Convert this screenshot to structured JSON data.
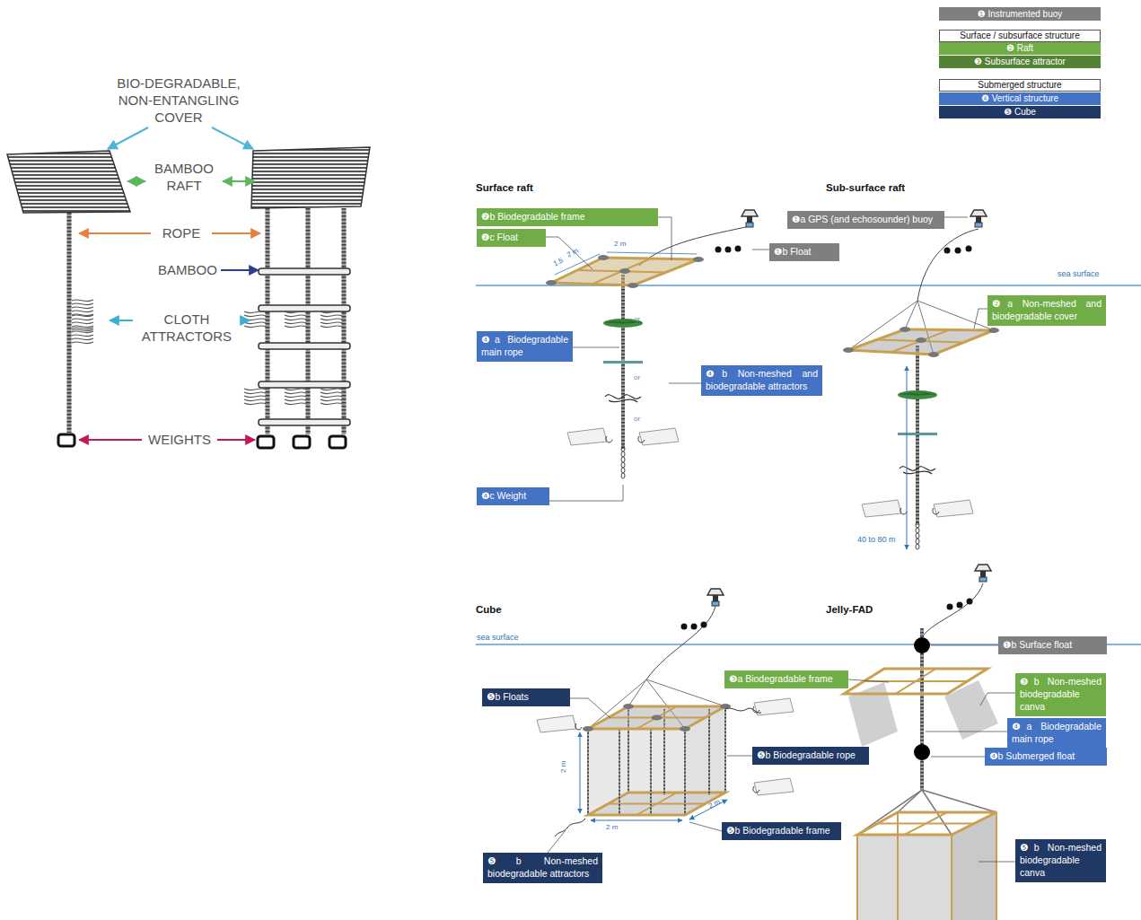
{
  "diagram": {
    "nodes": [
      {
        "text": [
          "❷b Biodegradable frame"
        ]
      },
      {
        "text": [
          "❷c Float"
        ]
      },
      {
        "text": [
          "❶a GPS (and echosounder) buoy"
        ]
      },
      {
        "text": [
          "❶b Float"
        ]
      },
      {
        "text": [
          "❹a Biodegradable main rope"
        ]
      },
      {
        "text": [
          "❹b Non-meshed and biodegradable attractors"
        ]
      },
      {
        "text": [
          "❷a Non-meshed and biodegradable cover"
        ]
      },
      {
        "text": [
          "❹c Weight"
        ]
      },
      {
        "text": [
          "❺b Floats"
        ]
      },
      {
        "text": [
          "❸a Biodegradable frame"
        ]
      },
      {
        "text": [
          "❶b Surface float"
        ]
      },
      {
        "text": [
          "❸b Non-meshed biodegradable canva"
        ]
      },
      {
        "text": [
          "❹a Biodegradable main rope"
        ]
      },
      {
        "text": [
          "❺b Biodegradable rope"
        ]
      },
      {
        "text": [
          "❹b Submerged float"
        ]
      },
      {
        "text": [
          "❺b Biodegradable frame"
        ]
      },
      {
        "text": [
          "❺b Non-meshed biodegradable attractors"
        ]
      },
      {
        "text": [
          "❺b Non-meshed biodegradable canva"
        ]
      }
    ],
    "labels": [
      "BIO-DEGRADABLE, NON-ENTANGLING COVER",
      "BAMBOO RAFT",
      "ROPE",
      "BAMBOO",
      "CLOTH ATTRACTORS",
      "WEIGHTS",
      "Surface raft",
      "1.5",
      "2 m",
      "2 m",
      "or",
      "or",
      "or",
      "Sub-surface raft",
      "sea surface",
      "40 to 80 m",
      "Cube",
      "sea surface",
      "2 m",
      "2 m",
      "2 m",
      "Jelly-FAD"
    ],
    "legend": [
      {
        "text": "❶ Instrumented buoy",
        "color": "#7f7f7f"
      },
      {
        "text": "Surface / subsurface structure",
        "color": "#ffffff"
      },
      {
        "text": "❷ Raft",
        "color": "#70ad47"
      },
      {
        "text": "❸ Subsurface attractor",
        "color": "#548235"
      },
      {
        "text": "Submerged structure",
        "color": "#ffffff"
      },
      {
        "text": "❹ Vertical structure",
        "color": "#4472c4"
      },
      {
        "text": "❺ Cube",
        "color": "#1f3864"
      }
    ]
  }
}
